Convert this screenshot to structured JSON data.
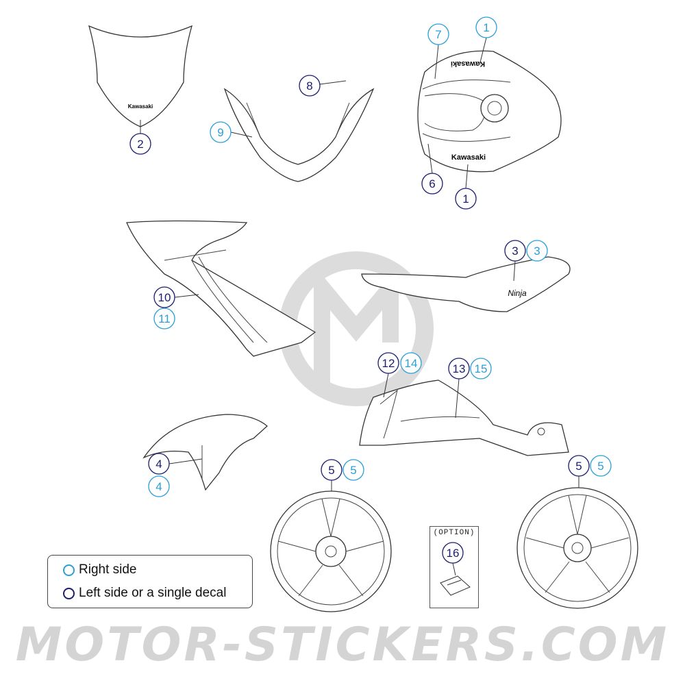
{
  "colors": {
    "right_side": "#2a9fd6",
    "left_side": "#1c1c6e",
    "watermark": "#d4d4d4"
  },
  "legend": {
    "right_label": "Right side",
    "left_label": "Left side or a single decal"
  },
  "option_box": {
    "label": "(OPTION)"
  },
  "brand_text": {
    "tank_top": "Kawasaki",
    "tank_bottom": "Kawasaki",
    "windscreen": "Kawasaki",
    "tail": "Ninja"
  },
  "watermark": {
    "text": "MOTOR-STICKERS.COM",
    "logo": "MS"
  },
  "callouts": [
    {
      "number": "1",
      "side": "right"
    },
    {
      "number": "7",
      "side": "right"
    },
    {
      "number": "6",
      "side": "left"
    },
    {
      "number": "1",
      "side": "left"
    },
    {
      "number": "2",
      "side": "left"
    },
    {
      "number": "8",
      "side": "left"
    },
    {
      "number": "9",
      "side": "right"
    },
    {
      "number": "10",
      "side": "left"
    },
    {
      "number": "11",
      "side": "right"
    },
    {
      "number": "3",
      "side": "left"
    },
    {
      "number": "3",
      "side": "right"
    },
    {
      "number": "12",
      "side": "left"
    },
    {
      "number": "14",
      "side": "right"
    },
    {
      "number": "13",
      "side": "left"
    },
    {
      "number": "15",
      "side": "right"
    },
    {
      "number": "4",
      "side": "left"
    },
    {
      "number": "4",
      "side": "right"
    },
    {
      "number": "5",
      "side": "left"
    },
    {
      "number": "5",
      "side": "right"
    },
    {
      "number": "5",
      "side": "left"
    },
    {
      "number": "5",
      "side": "right"
    },
    {
      "number": "16",
      "side": "left"
    }
  ]
}
